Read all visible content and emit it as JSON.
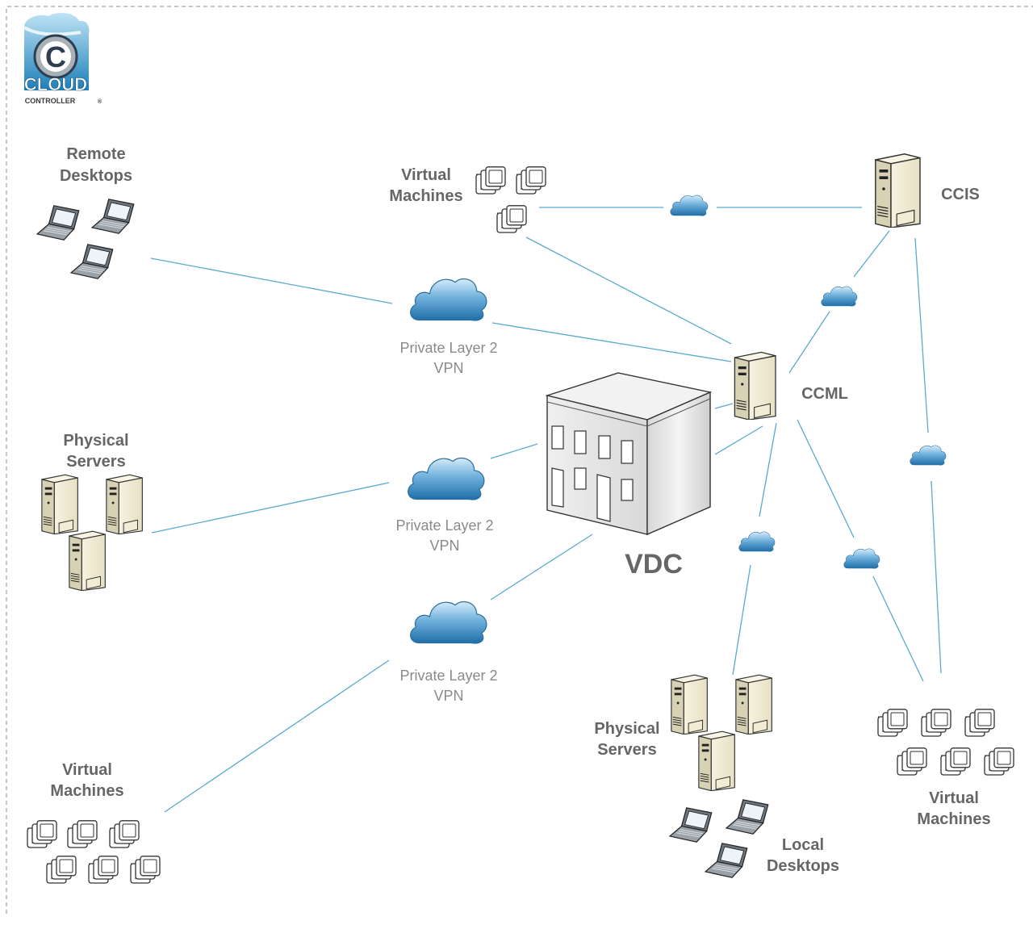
{
  "logo": {
    "word": "CLOUD",
    "sub": "CONTROLLER",
    "mark": "®",
    "letter": "C"
  },
  "labels": {
    "remote_desktops": [
      "Remote",
      "Desktops"
    ],
    "vm_top": [
      "Virtual",
      "Machines"
    ],
    "ccis": "CCIS",
    "ccml": "CCML",
    "vdc": "VDC",
    "physical_servers_left": [
      "Physical",
      "Servers"
    ],
    "vm_bottom_left": [
      "Virtual",
      "Machines"
    ],
    "physical_servers_bottom": [
      "Physical",
      "Servers"
    ],
    "local_desktops": [
      "Local",
      "Desktops"
    ],
    "vm_bottom_right": [
      "Virtual",
      "Machines"
    ]
  },
  "vpn": {
    "top": [
      "Private Layer 2",
      "VPN"
    ],
    "middle": [
      "Private Layer 2",
      "VPN"
    ],
    "bottom": [
      "Private Layer 2",
      "VPN"
    ]
  },
  "colors": {
    "link": "#5aa9cf",
    "label": "#666666",
    "cloud_light": "#cde6f5",
    "cloud_dark": "#1f6ea8",
    "border": "#9aa4ad"
  }
}
